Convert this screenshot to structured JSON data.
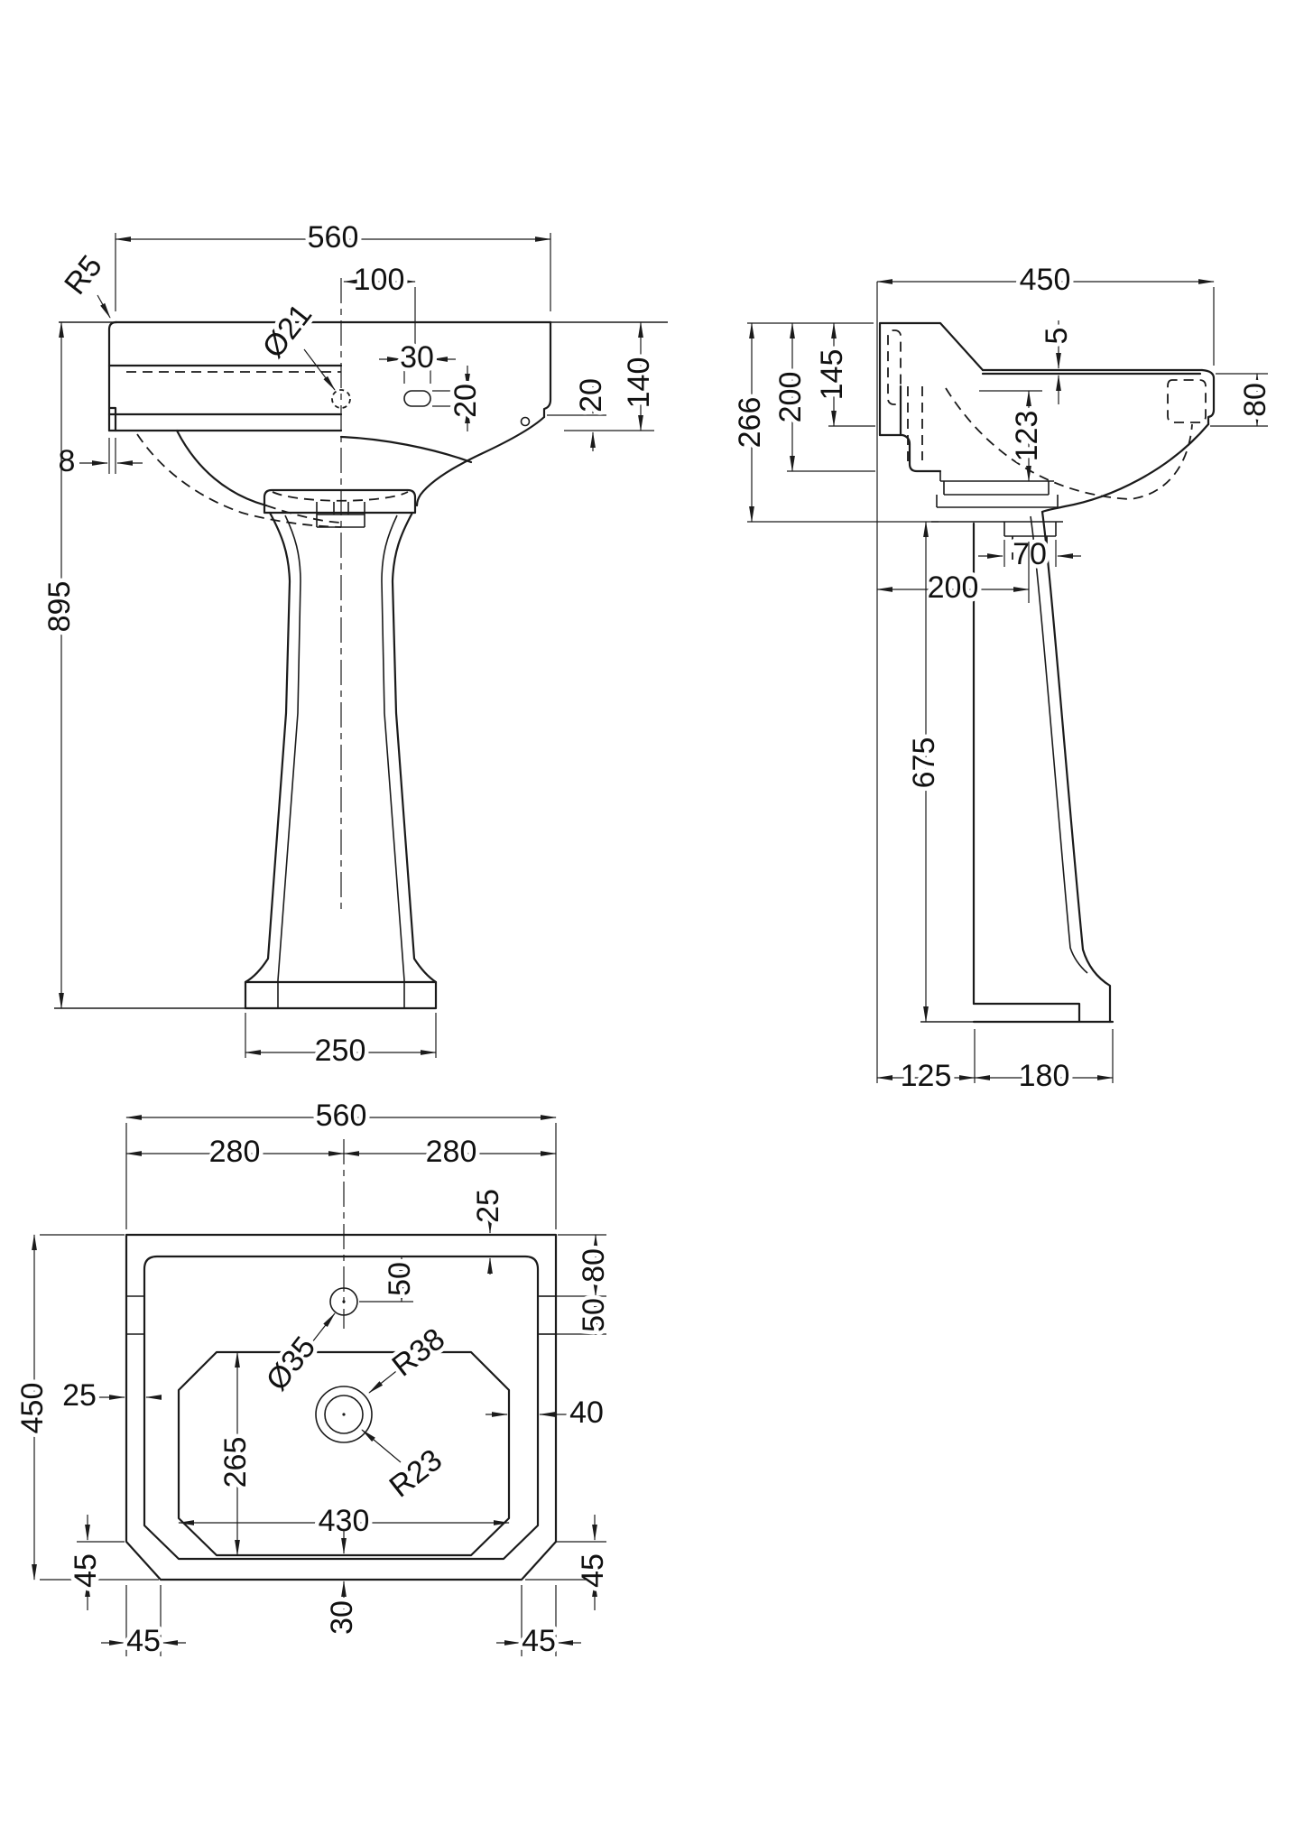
{
  "drawing": {
    "type": "technical-orthographic-drawing",
    "subject": "pedestal-basin",
    "line_color": "#1b1b1b",
    "background": "#ffffff",
    "views": {
      "front": {
        "name": "front-elevation",
        "dims": {
          "overall_width": "560",
          "taphole_offset": "100",
          "overflow_hole_dia": "Ø21",
          "slot_width": "30",
          "slot_height": "20",
          "basin_rim_height": "140",
          "front_step": "20",
          "back_lip": "8",
          "corner_radius": "R5",
          "overall_height": "895",
          "pedestal_base_width": "250"
        }
      },
      "side": {
        "name": "side-section",
        "dims": {
          "overall_depth": "450",
          "rim_lip": "5",
          "back_ledge_height": "145",
          "back_height": "200",
          "basin_total_depth": "266",
          "bowl_depth": "123",
          "front_rim_height": "80",
          "waste_width": "70",
          "wall_to_waste": "200",
          "pedestal_height": "675",
          "wall_to_pedestal": "125",
          "pedestal_base_depth": "180"
        }
      },
      "plan": {
        "name": "plan-view",
        "dims": {
          "overall_width": "560",
          "half_width_left": "280",
          "half_width_right": "280",
          "back_rim": "25",
          "taphole_to_rim": "50",
          "side_ledge_back": "80",
          "side_ledge_front": "50",
          "taphole_dia": "Ø35",
          "waste_outer_radius": "R38",
          "left_rim": "25",
          "right_rim": "40",
          "bowl_depth": "265",
          "waste_inner_radius": "R23",
          "bowl_width": "430",
          "overall_depth": "450",
          "chamfer_left_v": "45",
          "chamfer_left_h": "45",
          "waste_channel": "30",
          "chamfer_right_v": "45",
          "chamfer_right_h": "45"
        }
      }
    }
  }
}
